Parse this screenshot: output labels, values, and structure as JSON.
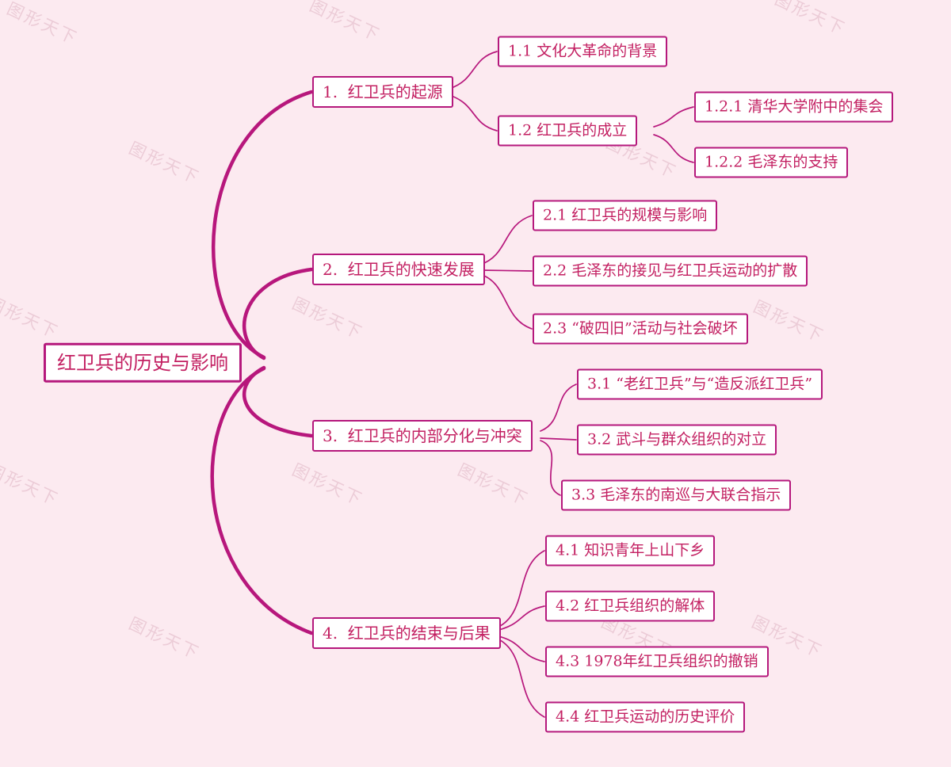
{
  "colors": {
    "background": "#fceaf0",
    "node_background": "#ffffff",
    "border_and_lines": "#b5187c",
    "text": "#c32062",
    "watermark": "#cfa0b0"
  },
  "watermark": "图形天下",
  "mindmap": {
    "root": "红卫兵的历史与影响",
    "branches": [
      {
        "label": "1.  红卫兵的起源",
        "children": [
          {
            "label": "1.1 文化大革命的背景",
            "children": []
          },
          {
            "label": "1.2 红卫兵的成立",
            "children": [
              {
                "label": "1.2.1 清华大学附中的集会"
              },
              {
                "label": "1.2.2 毛泽东的支持"
              }
            ]
          }
        ]
      },
      {
        "label": "2.  红卫兵的快速发展",
        "children": [
          {
            "label": "2.1 红卫兵的规模与影响"
          },
          {
            "label": "2.2 毛泽东的接见与红卫兵运动的扩散"
          },
          {
            "label": "2.3 “破四旧”活动与社会破坏"
          }
        ]
      },
      {
        "label": "3.  红卫兵的内部分化与冲突",
        "children": [
          {
            "label": "3.1 “老红卫兵”与“造反派红卫兵”"
          },
          {
            "label": "3.2 武斗与群众组织的对立"
          },
          {
            "label": "3.3 毛泽东的南巡与大联合指示"
          }
        ]
      },
      {
        "label": "4.  红卫兵的结束与后果",
        "children": [
          {
            "label": "4.1 知识青年上山下乡"
          },
          {
            "label": "4.2 红卫兵组织的解体"
          },
          {
            "label": "4.3 1978年红卫兵组织的撤销"
          },
          {
            "label": "4.4 红卫兵运动的历史评价"
          }
        ]
      }
    ]
  }
}
